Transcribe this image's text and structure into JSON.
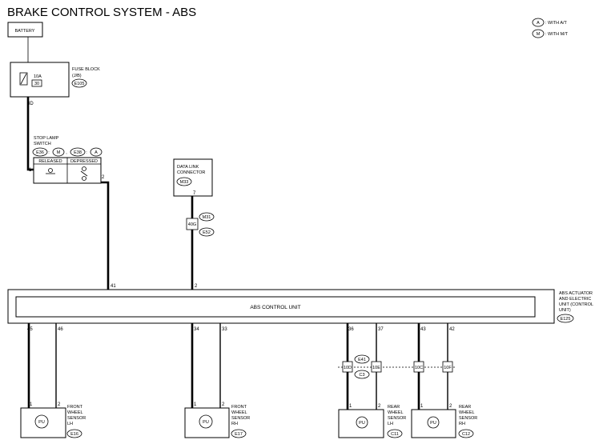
{
  "title": "BRAKE CONTROL SYSTEM - ABS",
  "legend": [
    {
      "code": "A",
      "text": ": WITH A/T"
    },
    {
      "code": "M",
      "text": ": WITH M/T"
    }
  ],
  "battery": "BATTERY",
  "fuse_block": {
    "lines": [
      "FUSE BLOCK",
      "(J/B)"
    ],
    "connector": "E105",
    "fuse_amp": "10A",
    "fuse_no": "30",
    "terminal": "8D"
  },
  "stop_lamp_switch": {
    "lines": [
      "STOP LAMP",
      "SWITCH"
    ],
    "connectors": [
      "E36",
      "M",
      "E38",
      "A"
    ],
    "states": [
      "RELEASED",
      "DEPRESSED"
    ],
    "pins": [
      "1",
      "2"
    ]
  },
  "data_link": {
    "lines": [
      "DATA LINK",
      "CONNECTOR"
    ],
    "connector": "M33",
    "pin": "7",
    "joint_no": "40G",
    "joint_connectors": [
      "M31",
      "E52"
    ]
  },
  "abs_unit": {
    "label": "ABS CONTROL UNIT",
    "side_lines": [
      "ABS ACTUATOR",
      "AND ELECTRIC",
      "UNIT (CONTROL",
      "UNIT)"
    ],
    "connector": "E125",
    "top_pins": [
      "41",
      "2"
    ],
    "bottom_pins": [
      "45",
      "46",
      "34",
      "33",
      "36",
      "37",
      "43",
      "42"
    ]
  },
  "joint": {
    "connectors": [
      "E41",
      "C3"
    ],
    "labels": [
      "10D",
      "10E",
      "10C",
      "10F"
    ]
  },
  "sensors": [
    {
      "lines": [
        "FRONT",
        "WHEEL",
        "SENSOR",
        "LH"
      ],
      "connector": "E16",
      "symbol": "PU",
      "pins": [
        "1",
        "2"
      ]
    },
    {
      "lines": [
        "FRONT",
        "WHEEL",
        "SENSOR",
        "RH"
      ],
      "connector": "E17",
      "symbol": "PU",
      "pins": [
        "1",
        "2"
      ]
    },
    {
      "lines": [
        "REAR",
        "WHEEL",
        "SENSOR",
        "LH"
      ],
      "connector": "C11",
      "symbol": "PU",
      "pins": [
        "1",
        "2"
      ]
    },
    {
      "lines": [
        "REAR",
        "WHEEL",
        "SENSOR",
        "RH"
      ],
      "connector": "C12",
      "symbol": "PU",
      "pins": [
        "1",
        "2"
      ]
    }
  ]
}
